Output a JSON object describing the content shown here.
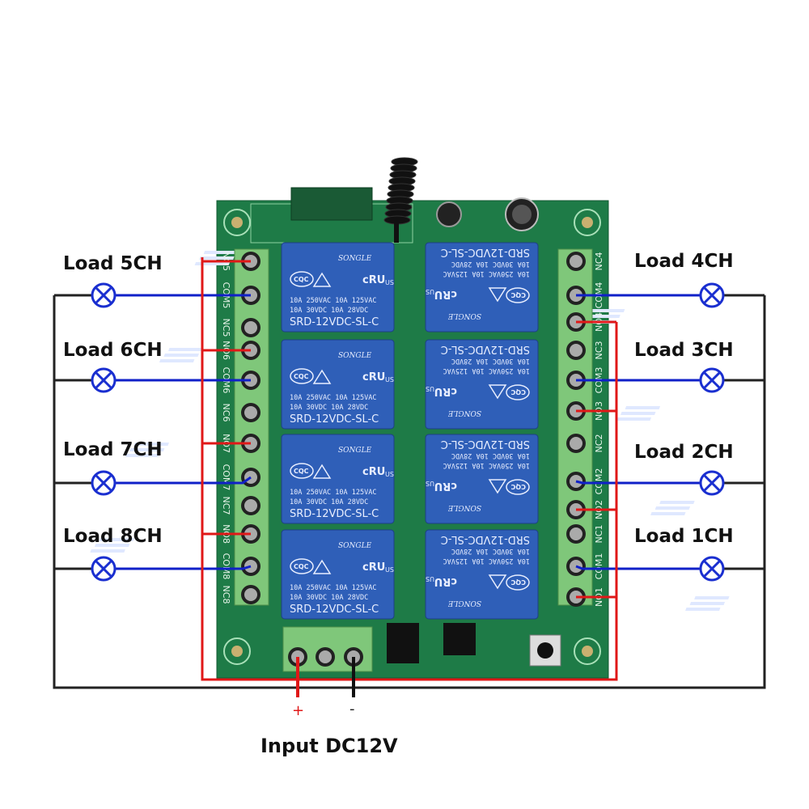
{
  "loads_left": [
    {
      "label": "Load 5CH"
    },
    {
      "label": "Load 6CH"
    },
    {
      "label": "Load 7CH"
    },
    {
      "label": "Load 8CH"
    }
  ],
  "loads_right": [
    {
      "label": "Load 4CH"
    },
    {
      "label": "Load 3CH"
    },
    {
      "label": "Load 2CH"
    },
    {
      "label": "Load 1CH"
    }
  ],
  "input": {
    "label": "Input DC12V",
    "plus": "+",
    "minus": "-"
  },
  "relay": {
    "brand": "SONGLE",
    "cert": "CQC",
    "ul": "US",
    "rating1": "10A 250VAC  10A 125VAC",
    "rating2": "10A  30VDC  10A  28VDC",
    "model": "SRD-12VDC-SL-C"
  },
  "terminals_left": [
    "NO5",
    "COM5",
    "NC5",
    "NO6",
    "COM6",
    "NC6",
    "NO7",
    "COM7",
    "NC7",
    "NO8",
    "COM8",
    "NC8"
  ],
  "terminals_right": [
    "NC4",
    "COM4",
    "NO4",
    "NC3",
    "COM3",
    "NO3",
    "NC2",
    "COM2",
    "NO2",
    "NC1",
    "COM1",
    "NO1"
  ],
  "colors": {
    "pcb": "#1e7b47",
    "relay": "#2f5fb8",
    "terminal": "#7fc77a",
    "wire_live": "#e01818",
    "wire_load": "#1020c8",
    "wire_neutral": "#222222",
    "lamp": "#1a2fd0"
  }
}
